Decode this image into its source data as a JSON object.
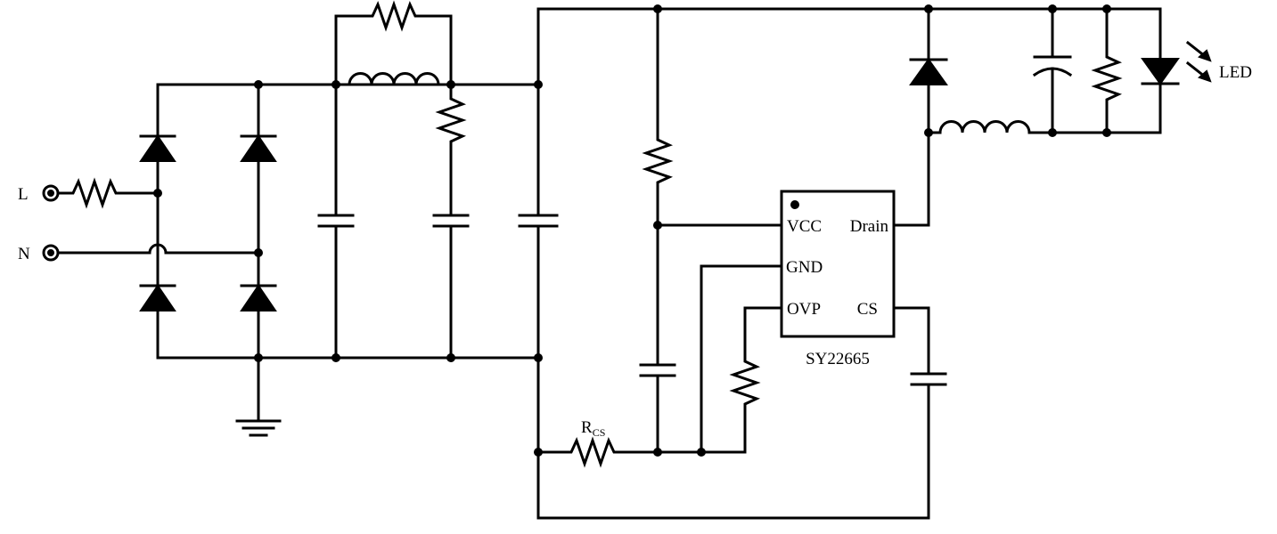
{
  "labels": {
    "line": "L",
    "neutral": "N",
    "led": "LED",
    "rcs_main": "R",
    "rcs_sub": "CS",
    "chip_name": "SY22665"
  },
  "ic": {
    "pins": {
      "vcc": "VCC",
      "drain": "Drain",
      "gnd": "GND",
      "ovp": "OVP",
      "cs": "CS"
    }
  }
}
